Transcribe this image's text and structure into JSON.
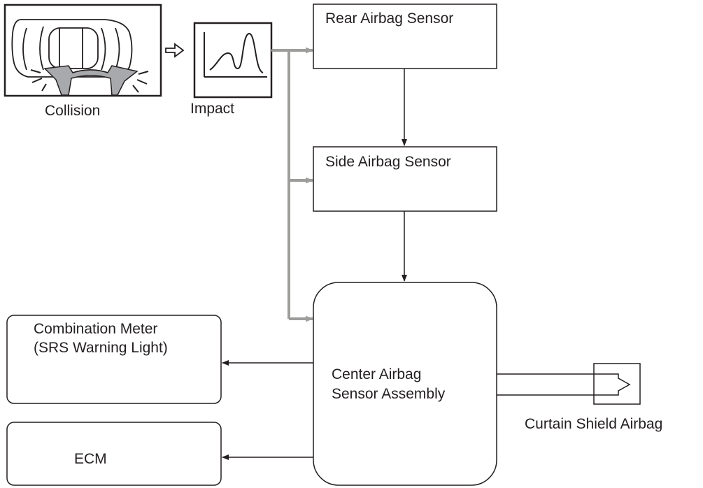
{
  "labels": {
    "collision": "Collision",
    "impact": "Impact",
    "rear_sensor": "Rear Airbag Sensor",
    "side_sensor": "Side Airbag Sensor",
    "center_line1": "Center Airbag",
    "center_line2": "Sensor Assembly",
    "meter_line1": "Combination Meter",
    "meter_line2": "(SRS Warning Light)",
    "ecm": "ECM",
    "curtain": "Curtain Shield Airbag"
  },
  "icons": {
    "collision": "car-collision-icon",
    "impact": "impact-waveform-icon",
    "flow": "hollow-arrow-icon",
    "curtain": "airbag-connector-icon"
  },
  "colors": {
    "line": "#231f20",
    "signal": "#9d9d9c",
    "collision_fill": "#a7a9ac"
  }
}
